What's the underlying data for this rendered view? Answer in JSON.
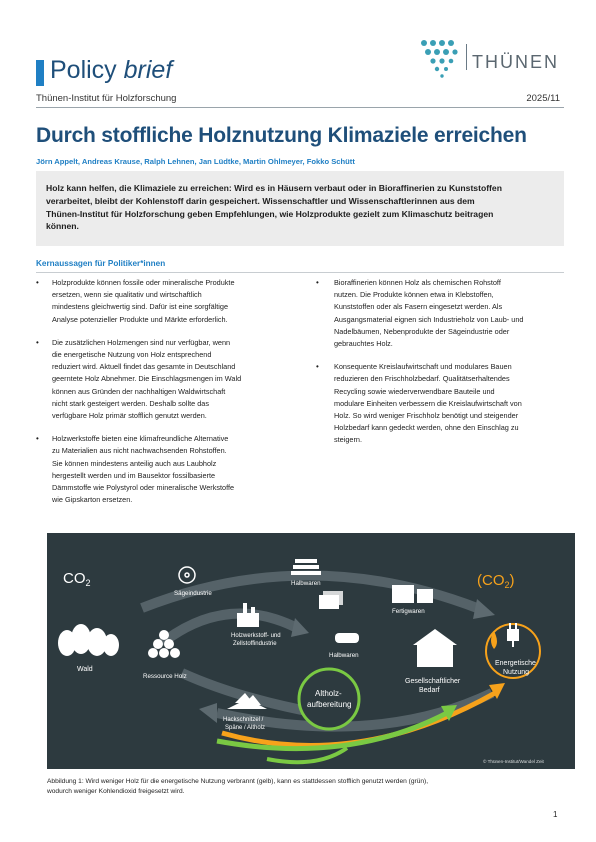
{
  "header": {
    "brand_policy": "Policy",
    "brand_brief": "brief",
    "logo_text": "THÜNEN",
    "institute": "Thünen-Institut für Holzforschung",
    "issue": "2025/11"
  },
  "article": {
    "title": "Durch stoffliche Holznutzung Klimaziele erreichen",
    "authors": "Jörn Appelt, Andreas Krause, Ralph Lehnen, Jan Lüdtke, Martin Ohlmeyer, Fokko Schütt",
    "abstract_lines": [
      "Holz kann helfen, die Klimaziele zu erreichen: Wird es in Häusern verbaut oder in Bioraffinerien zu Kunststoffen",
      "verarbeitet, bleibt der Kohlenstoff darin gespeichert. Wissenschaftler und Wissenschaftlerinnen aus dem",
      "Thünen-Institut für Holzforschung geben Empfehlungen, wie Holzprodukte gezielt zum Klimaschutz beitragen",
      "können."
    ]
  },
  "key_messages": {
    "heading": "Kernaussagen für Politiker*innen",
    "bullet_symbol": "•",
    "left": [
      {
        "lines": [
          "Holzprodukte können fossile oder mineralische Produkte",
          "ersetzen, wenn sie qualitativ und wirtschaftlich",
          "mindestens gleichwertig sind. Dafür ist eine sorgfältige",
          "Analyse potenzieller Produkte und Märkte erforderlich."
        ]
      },
      {
        "lines": [
          "Die zusätzlichen Holzmengen sind nur verfügbar, wenn",
          "die energetische Nutzung von Holz entsprechend",
          "reduziert wird. Aktuell findet das gesamte in Deutschland",
          "geerntete Holz Abnehmer. Die Einschlagsmengen im Wald",
          "können aus Gründen der nachhaltigen Waldwirtschaft",
          "nicht stark gesteigert werden. Deshalb sollte das",
          "verfügbare Holz primär stofflich genutzt werden."
        ]
      },
      {
        "lines": [
          "Holzwerkstoffe bieten eine klimafreundliche Alternative",
          "zu Materialien aus nicht nachwachsenden Rohstoffen.",
          "Sie können mindestens anteilig auch aus Laubholz",
          "hergestellt werden und im Bausektor fossilbasierte",
          "Dämmstoffe wie Polystyrol oder mineralische Werkstoffe",
          "wie Gipskarton ersetzen."
        ]
      }
    ],
    "right": [
      {
        "lines": [
          "Bioraffinerien können Holz als chemischen Rohstoff",
          "nutzen. Die Produkte können etwa in Klebstoffen,",
          "Kunststoffen oder als Fasern eingesetzt werden. Als",
          "Ausgangsmaterial eignen sich Industrieholz von Laub- und",
          "Nadelbäumen, Nebenprodukte der Sägeindustrie oder",
          "gebrauchtes Holz."
        ]
      },
      {
        "lines": [
          "Konsequente Kreislaufwirtschaft und modulares Bauen",
          "reduzieren den Frischholzbedarf. Qualitätserhaltendes",
          "Recycling sowie wiederverwendbare Bauteile und",
          "modulare Einheiten verbessern die Kreislaufwirtschaft von",
          "Holz. So wird weniger Frischholz benötigt und steigender",
          "Holzbedarf kann gedeckt werden, ohne den Einschlag zu",
          "steigern."
        ]
      }
    ]
  },
  "figure": {
    "co2_left": "CO",
    "co2_right": "(CO",
    "co2_sub": "2",
    "co2_right_close": ")",
    "wald": "Wald",
    "saegeindustrie": "Sägeindustrie",
    "halbwaren": "Halbwaren",
    "ressource_holz": "Ressource Holz",
    "holzwerkstoff_line1": "Holzwerkstoff- und",
    "holzwerkstoff_line2": "Zellstoffindustrie",
    "fertigwaren": "Fertigwaren",
    "altholz_line1": "Altholz-",
    "altholz_line2": "aufbereitung",
    "gesellschaft_line1": "Gesellschaftlicher",
    "gesellschaft_line2": "Bedarf",
    "energie_line1": "Energetische",
    "energie_line2": "Nutzung",
    "hackschnitzel_line1": "Hackschnitzel /",
    "hackschnitzel_line2": "Späne / Altholz",
    "credit": "© Thünen-Institut/Wandel Zeit",
    "accent_green": "#7ac943",
    "accent_orange": "#f7a21b",
    "bg": "#2d3a3f"
  },
  "caption": {
    "line1": "Abbildung 1: Wird weniger Holz für die energetische Nutzung verbrannt (gelb), kann es stattdessen stofflich genutzt werden (grün),",
    "line2": "wodurch weniger Kohlendioxid freigesetzt wird."
  },
  "page_number": "1"
}
